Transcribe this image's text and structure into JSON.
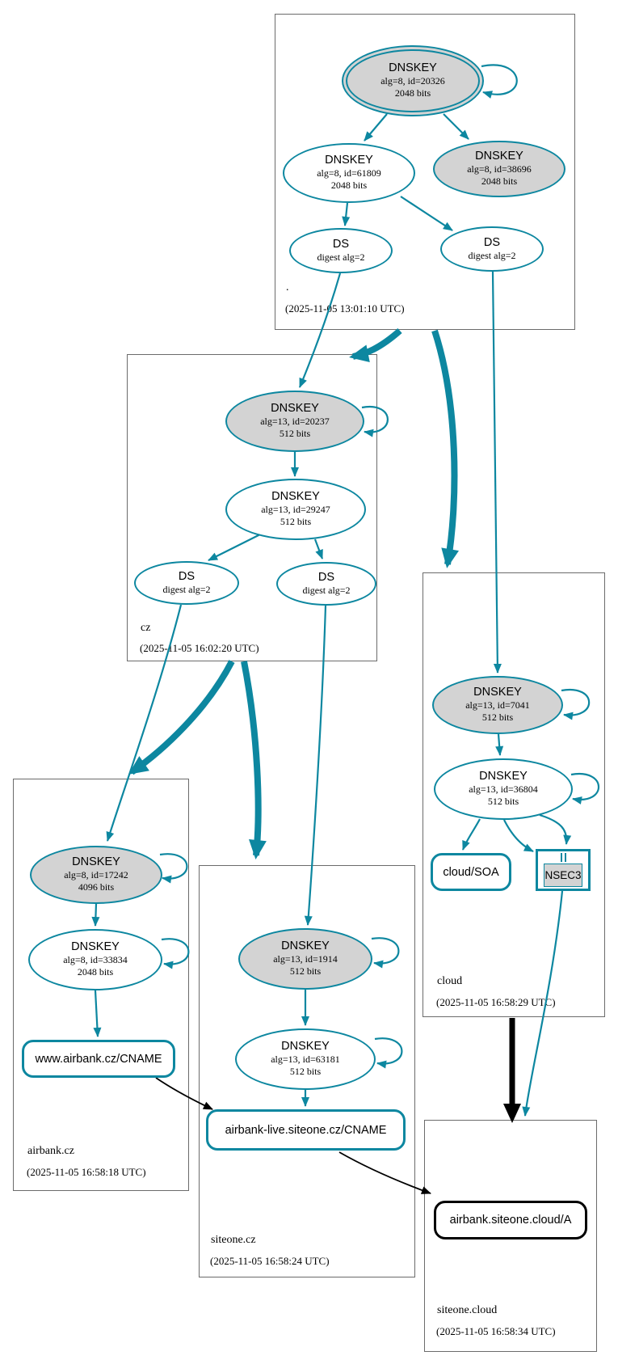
{
  "colors": {
    "teal": "#0d87a0",
    "ksk_fill": "#d3d3d3",
    "zone_border": "#6b6b6b",
    "black": "#000000"
  },
  "zones": {
    "root": {
      "name": ".",
      "timestamp": "(2025-11-05 13:01:10 UTC)"
    },
    "cz": {
      "name": "cz",
      "timestamp": "(2025-11-05 16:02:20 UTC)"
    },
    "cloud": {
      "name": "cloud",
      "timestamp": "(2025-11-05 16:58:29 UTC)"
    },
    "airbank_cz": {
      "name": "airbank.cz",
      "timestamp": "(2025-11-05 16:58:18 UTC)"
    },
    "siteone_cz": {
      "name": "siteone.cz",
      "timestamp": "(2025-11-05 16:58:24 UTC)"
    },
    "siteone_cloud": {
      "name": "siteone.cloud",
      "timestamp": "(2025-11-05 16:58:34 UTC)"
    }
  },
  "nodes": {
    "root_ksk": {
      "title": "DNSKEY",
      "line2": "alg=8, id=20326",
      "line3": "2048 bits"
    },
    "root_zsk": {
      "title": "DNSKEY",
      "line2": "alg=8, id=61809",
      "line3": "2048 bits"
    },
    "root_key2": {
      "title": "DNSKEY",
      "line2": "alg=8, id=38696",
      "line3": "2048 bits"
    },
    "root_ds1": {
      "title": "DS",
      "line2": "digest alg=2"
    },
    "root_ds2": {
      "title": "DS",
      "line2": "digest alg=2"
    },
    "cz_ksk": {
      "title": "DNSKEY",
      "line2": "alg=13, id=20237",
      "line3": "512 bits"
    },
    "cz_zsk": {
      "title": "DNSKEY",
      "line2": "alg=13, id=29247",
      "line3": "512 bits"
    },
    "cz_ds1": {
      "title": "DS",
      "line2": "digest alg=2"
    },
    "cz_ds2": {
      "title": "DS",
      "line2": "digest alg=2"
    },
    "cloud_ksk": {
      "title": "DNSKEY",
      "line2": "alg=13, id=7041",
      "line3": "512 bits"
    },
    "cloud_zsk": {
      "title": "DNSKEY",
      "line2": "alg=13, id=36804",
      "line3": "512 bits"
    },
    "cloud_soa": {
      "label": "cloud/SOA"
    },
    "cloud_nsec3": {
      "label": "NSEC3"
    },
    "airbank_ksk": {
      "title": "DNSKEY",
      "line2": "alg=8, id=17242",
      "line3": "4096 bits"
    },
    "airbank_zsk": {
      "title": "DNSKEY",
      "line2": "alg=8, id=33834",
      "line3": "2048 bits"
    },
    "airbank_cname": {
      "label": "www.airbank.cz/CNAME"
    },
    "siteonecz_ksk": {
      "title": "DNSKEY",
      "line2": "alg=13, id=1914",
      "line3": "512 bits"
    },
    "siteonecz_zsk": {
      "title": "DNSKEY",
      "line2": "alg=13, id=63181",
      "line3": "512 bits"
    },
    "siteonecz_cname": {
      "label": "airbank-live.siteone.cz/CNAME"
    },
    "siteonecloud_a": {
      "label": "airbank.siteone.cloud/A"
    }
  }
}
